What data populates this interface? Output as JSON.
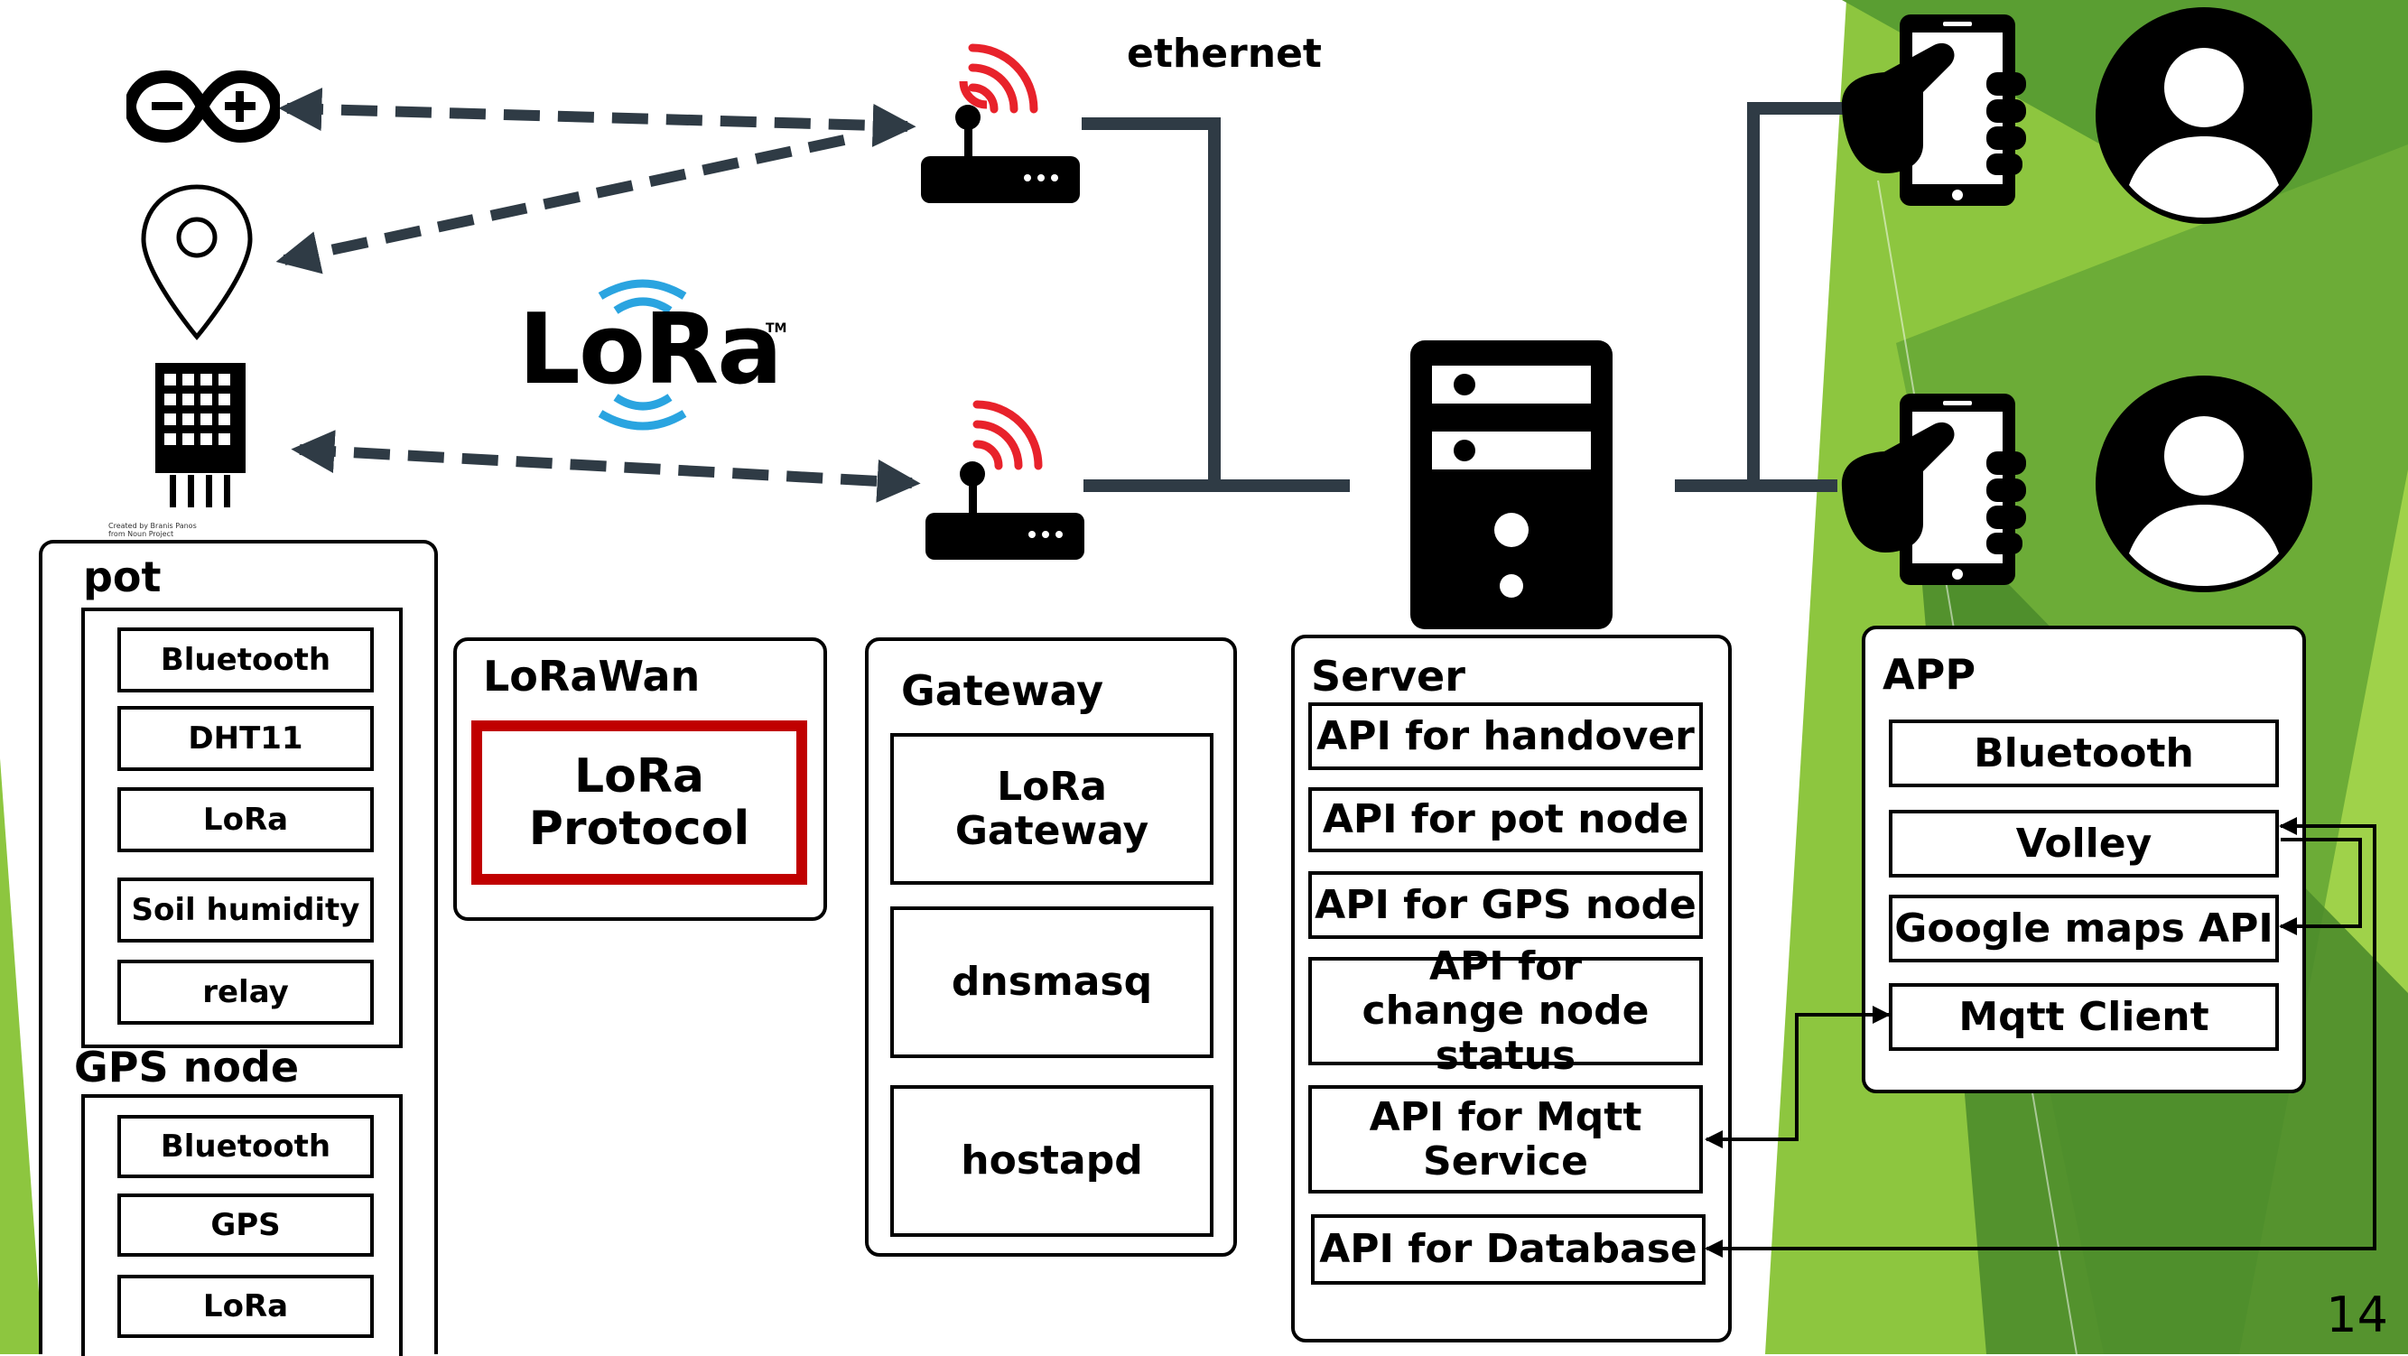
{
  "connection_label": "ethernet",
  "lora_logo": {
    "text": "LoRa",
    "trademark": "TM"
  },
  "attribution": [
    "Created by Branis Panos",
    "from Noun Project"
  ],
  "pot": {
    "title": "pot",
    "items": [
      "Bluetooth",
      "DHT11",
      "LoRa",
      "Soil humidity",
      "relay"
    ]
  },
  "gps_node": {
    "title": "GPS node",
    "items": [
      "Bluetooth",
      "GPS",
      "LoRa"
    ]
  },
  "lorawan": {
    "title": "LoRaWan",
    "item": "LoRa Protocol"
  },
  "gateway": {
    "title": "Gateway",
    "items": [
      "LoRa Gateway",
      "dnsmasq",
      "hostapd"
    ]
  },
  "server": {
    "title": "Server",
    "items": [
      "API for handover",
      "API for pot node",
      "API for GPS node",
      "API for change node status",
      "API for Mqtt Service",
      "API for Database"
    ]
  },
  "app": {
    "title": "APP",
    "items": [
      "Bluetooth",
      "Volley",
      "Google maps API",
      "Mqtt Client"
    ]
  },
  "slide_number": "14",
  "colors": {
    "accent_green": "#8dc63f",
    "dark_green": "#4c8c2b",
    "connector": "#2f3b45",
    "lora_box": "#c00000",
    "lora_blue": "#2aa4e0",
    "wifi_red": "#e8222b"
  },
  "icons": [
    "arduino-icon",
    "location-pin-icon",
    "dht11-sensor-icon",
    "router-icon",
    "lora-logo",
    "server-tower-icon",
    "hand-phone-icon",
    "user-avatar-icon"
  ]
}
